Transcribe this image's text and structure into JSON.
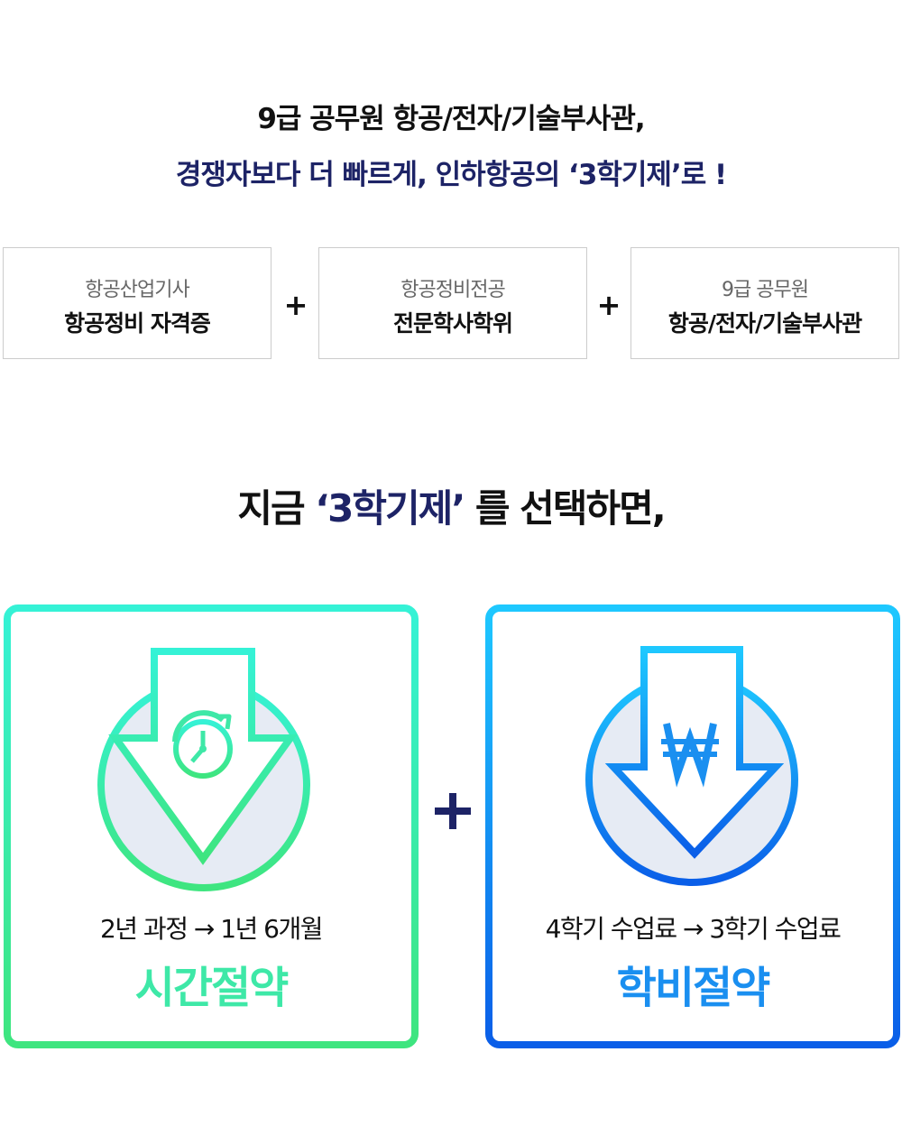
{
  "header": {
    "line1": "9급 공무원 항공/전자/기술부사관,",
    "line2": "경쟁자보다 더 빠르게, 인하항공의 ‘3학기제’로 !"
  },
  "boxes": [
    {
      "sub": "항공산업기사",
      "main": "항공정비 자격증"
    },
    {
      "sub": "항공정비전공",
      "main": "전문학사학위"
    },
    {
      "sub": "9급 공무원",
      "main": "항공/전자/기술부사관"
    }
  ],
  "plus_symbol": "+",
  "middle": {
    "prefix": "지금 ",
    "highlight": "‘3학기제’",
    "suffix": " 를 선택하면,"
  },
  "cards": [
    {
      "icon": "clock-icon",
      "desc": "2년 과정 → 1년 6개월",
      "title": "시간절약"
    },
    {
      "icon": "won-icon",
      "desc": "4학기 수업료 → 3학기 수업료",
      "title": "학비절약"
    }
  ],
  "colors": {
    "navy": "#1d2366",
    "green_start": "#35f2d6",
    "green_end": "#3ee57f",
    "blue_start": "#1ec8ff",
    "blue_end": "#0a5ee8",
    "circle_fill": "#e6ebf4"
  }
}
